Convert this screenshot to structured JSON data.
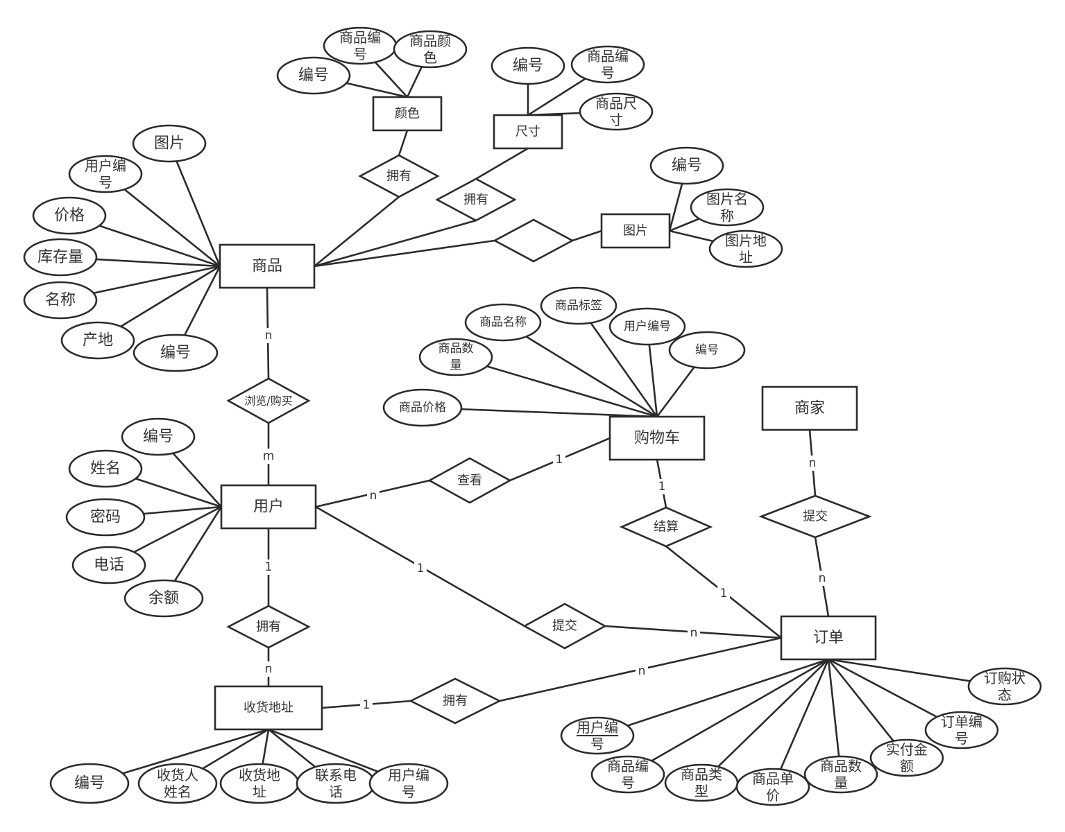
{
  "diagram": {
    "type": "er-diagram",
    "entities": [
      {
        "id": "goods",
        "label": "商品"
      },
      {
        "id": "color",
        "label": "颜色"
      },
      {
        "id": "size",
        "label": "尺寸"
      },
      {
        "id": "image",
        "label": "图片"
      },
      {
        "id": "user",
        "label": "用户"
      },
      {
        "id": "cart",
        "label": "购物车"
      },
      {
        "id": "merchant",
        "label": "商家"
      },
      {
        "id": "order",
        "label": "订单"
      },
      {
        "id": "address",
        "label": "收货地址"
      }
    ],
    "relationships": [
      {
        "id": "r_color",
        "label": "拥有"
      },
      {
        "id": "r_size",
        "label": "拥有"
      },
      {
        "id": "r_image",
        "label": ""
      },
      {
        "id": "r_browse",
        "label": "浏览/购买"
      },
      {
        "id": "r_view",
        "label": "查看"
      },
      {
        "id": "r_checkout",
        "label": "结算"
      },
      {
        "id": "r_merchant",
        "label": "提交"
      },
      {
        "id": "r_submit",
        "label": "提交"
      },
      {
        "id": "r_user_addr",
        "label": "拥有"
      },
      {
        "id": "r_addr_order",
        "label": "拥有"
      }
    ],
    "attributes": [
      {
        "owner": "color",
        "lines": [
          "编号"
        ]
      },
      {
        "owner": "color",
        "lines": [
          "商品编",
          "号"
        ]
      },
      {
        "owner": "color",
        "lines": [
          "商品颜",
          "色"
        ]
      },
      {
        "owner": "size",
        "lines": [
          "编号"
        ]
      },
      {
        "owner": "size",
        "lines": [
          "商品编",
          "号"
        ]
      },
      {
        "owner": "size",
        "lines": [
          "商品尺",
          "寸"
        ]
      },
      {
        "owner": "goods",
        "lines": [
          "图片"
        ]
      },
      {
        "owner": "goods",
        "lines": [
          "用户编",
          "号"
        ]
      },
      {
        "owner": "goods",
        "lines": [
          "价格"
        ]
      },
      {
        "owner": "goods",
        "lines": [
          "库存量"
        ]
      },
      {
        "owner": "goods",
        "lines": [
          "名称"
        ]
      },
      {
        "owner": "goods",
        "lines": [
          "产地"
        ]
      },
      {
        "owner": "goods",
        "lines": [
          "编号"
        ]
      },
      {
        "owner": "image",
        "lines": [
          "编号"
        ]
      },
      {
        "owner": "image",
        "lines": [
          "图片名",
          "称"
        ]
      },
      {
        "owner": "image",
        "lines": [
          "图片地",
          "址"
        ]
      },
      {
        "owner": "cart",
        "lines": [
          "商品名称"
        ]
      },
      {
        "owner": "cart",
        "lines": [
          "商品标签"
        ]
      },
      {
        "owner": "cart",
        "lines": [
          "用户编号"
        ]
      },
      {
        "owner": "cart",
        "lines": [
          "编号"
        ]
      },
      {
        "owner": "cart",
        "lines": [
          "商品数",
          "量"
        ]
      },
      {
        "owner": "cart",
        "lines": [
          "商品价格"
        ]
      },
      {
        "owner": "user",
        "lines": [
          "编号"
        ]
      },
      {
        "owner": "user",
        "lines": [
          "姓名"
        ]
      },
      {
        "owner": "user",
        "lines": [
          "密码"
        ]
      },
      {
        "owner": "user",
        "lines": [
          "电话"
        ]
      },
      {
        "owner": "user",
        "lines": [
          "余额"
        ]
      },
      {
        "owner": "address",
        "lines": [
          "编号"
        ]
      },
      {
        "owner": "address",
        "lines": [
          "收货人",
          "姓名"
        ]
      },
      {
        "owner": "address",
        "lines": [
          "收货地",
          "址"
        ]
      },
      {
        "owner": "address",
        "lines": [
          "联系电",
          "话"
        ]
      },
      {
        "owner": "address",
        "lines": [
          "用户编",
          "号"
        ]
      },
      {
        "owner": "order",
        "lines": [
          "用户编",
          "号"
        ],
        "underline": true
      },
      {
        "owner": "order",
        "lines": [
          "商品编",
          "号"
        ]
      },
      {
        "owner": "order",
        "lines": [
          "商品类",
          "型"
        ]
      },
      {
        "owner": "order",
        "lines": [
          "商品单",
          "价"
        ]
      },
      {
        "owner": "order",
        "lines": [
          "商品数",
          "量"
        ]
      },
      {
        "owner": "order",
        "lines": [
          "实付金",
          "额"
        ]
      },
      {
        "owner": "order",
        "lines": [
          "订单编",
          "号"
        ]
      },
      {
        "owner": "order",
        "lines": [
          "订购状",
          "态"
        ]
      }
    ],
    "cardinalities": [
      {
        "link": "goods-browse",
        "label": "n"
      },
      {
        "link": "browse-user",
        "label": "m"
      },
      {
        "link": "user-view",
        "label": "n"
      },
      {
        "link": "view-cart",
        "label": "1"
      },
      {
        "link": "cart-checkout",
        "label": "1"
      },
      {
        "link": "checkout-order",
        "label": "1"
      },
      {
        "link": "merchant-submit",
        "label": "n"
      },
      {
        "link": "submit-order",
        "label": "n"
      },
      {
        "link": "user-submit",
        "label": "1"
      },
      {
        "link": "submit2-order",
        "label": "n"
      },
      {
        "link": "user-own",
        "label": "1"
      },
      {
        "link": "own-address",
        "label": "n"
      },
      {
        "link": "address-own2",
        "label": "1"
      },
      {
        "link": "own2-order",
        "label": "n"
      }
    ]
  }
}
